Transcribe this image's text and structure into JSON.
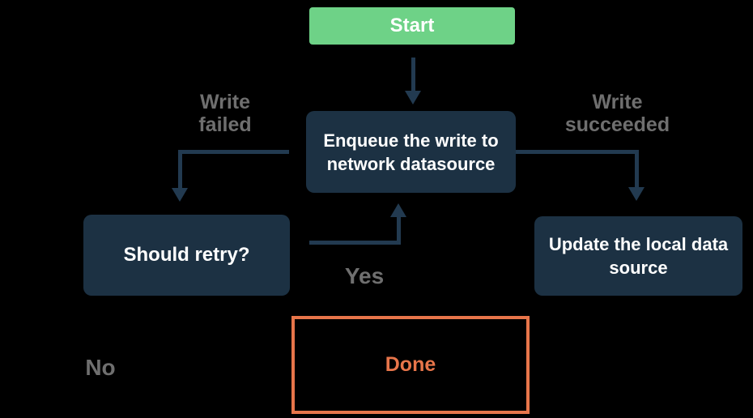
{
  "diagram": {
    "type": "flowchart",
    "background": "#000000",
    "colors": {
      "start_fill": "#6ED287",
      "process_fill": "#1C3143",
      "connector": "#223A50",
      "edge_label_text": "#6F6F6F",
      "done_accent": "#E7754A",
      "node_text": "#FFFFFF"
    },
    "nodes": {
      "start": {
        "label": "Start",
        "shape": "filled-green-rect"
      },
      "enqueue": {
        "label": "Enqueue the write to network datasource",
        "shape": "filled-navy-rect"
      },
      "retry": {
        "label": "Should retry?",
        "shape": "filled-navy-rect"
      },
      "update": {
        "label": "Update the local data source",
        "shape": "filled-navy-rect"
      },
      "done": {
        "label": "Done",
        "shape": "orange-outline-rect"
      }
    },
    "edge_labels": {
      "write_failed": "Write failed",
      "write_succeeded": "Write succeeded",
      "yes": "Yes",
      "no": "No"
    },
    "edges": [
      {
        "from": "start",
        "to": "enqueue",
        "label": ""
      },
      {
        "from": "enqueue",
        "to": "retry",
        "label": "Write failed"
      },
      {
        "from": "enqueue",
        "to": "update",
        "label": "Write succeeded"
      },
      {
        "from": "retry",
        "to": "enqueue",
        "label": "Yes"
      },
      {
        "from": "retry",
        "to": "done",
        "label": "No"
      }
    ]
  }
}
